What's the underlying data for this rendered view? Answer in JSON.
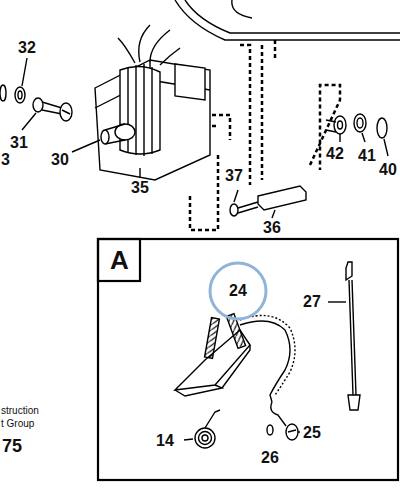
{
  "diagram": {
    "nodes": [
      {
        "text": [
          "A"
        ]
      },
      {
        "text": [
          "24"
        ],
        "in": 0
      }
    ],
    "labels": [
      "32",
      "31",
      "30",
      "3",
      "35",
      "37",
      "36",
      "42",
      "41",
      "40",
      "27",
      "14",
      "25",
      "26",
      "struction",
      "t Group",
      "75"
    ]
  }
}
